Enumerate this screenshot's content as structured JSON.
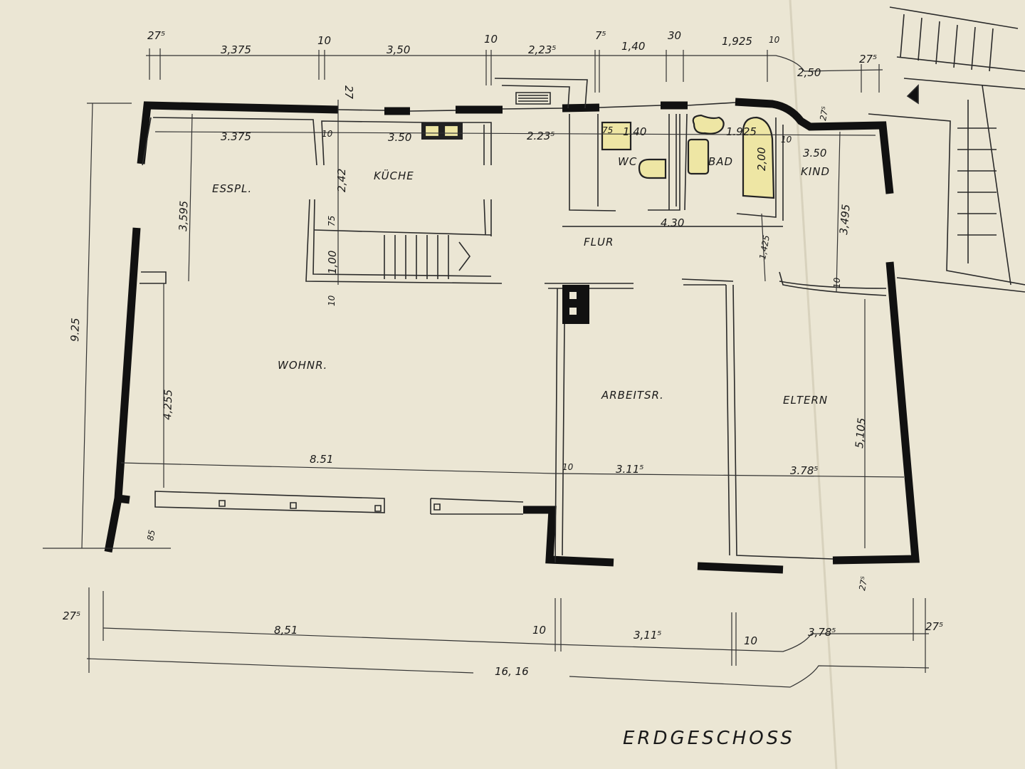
{
  "title": "ERDGESCHOSS",
  "rooms": {
    "esspl": "ESSPL.",
    "kueche": "KÜCHE",
    "wc": "WC",
    "bad": "BAD",
    "kind": "KIND",
    "flur": "FLUR",
    "wohnr": "WOHNR.",
    "arbeitsr": "ARBEITSR.",
    "eltern": "ELTERN"
  },
  "dimensions": {
    "top": [
      "27⁵",
      "3,375",
      "10",
      "3,50",
      "10",
      "2,23⁵",
      "7⁵",
      "1,40",
      "30",
      "1,925",
      "10",
      "2,50",
      "27⁵"
    ],
    "inner_top": [
      "3.375",
      "3.50",
      "2.23⁵",
      "1,40",
      "1.925",
      "3.50",
      "4.30",
      "10",
      "10",
      "27",
      "27⁵",
      "2,00",
      "75"
    ],
    "vertical": [
      "9.25",
      "3,595",
      "4,255",
      "2,42",
      "75",
      "1,00",
      "10",
      "3,495",
      "5,105",
      "1,425",
      "10",
      "27⁵",
      "85"
    ],
    "interior_horizontal": [
      "8.51",
      "10",
      "3.11⁵",
      "3.78⁵"
    ],
    "bottom": [
      "27⁵",
      "8,51",
      "10",
      "3,11⁵",
      "10",
      "3,78⁵",
      "27⁵",
      "16, 16"
    ]
  },
  "colors": {
    "paper": "#ebe6d4",
    "walls": "#111111",
    "fixtures": "#eee6a4"
  }
}
